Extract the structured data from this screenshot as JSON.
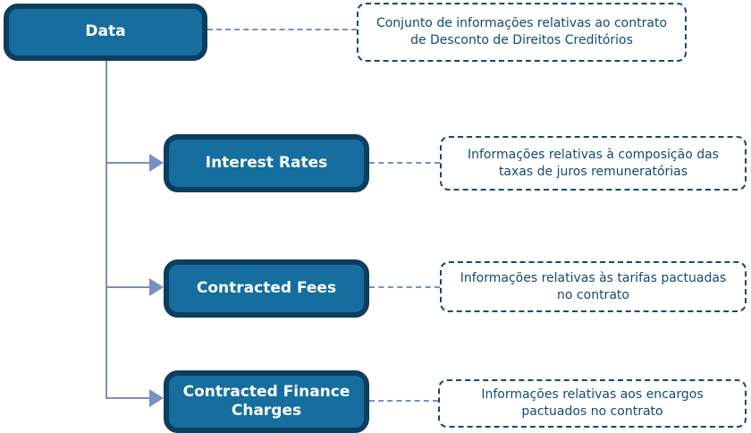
{
  "diagram": {
    "title": "Data hierarchy diagram",
    "root": {
      "label": "Data",
      "note": "Conjunto de informações relativas ao contrato de Desconto de Direitos Creditórios"
    },
    "children": [
      {
        "label": "Interest Rates",
        "note": "Informações relativas à composição das taxas de juros remuneratórias"
      },
      {
        "label": "Contracted Fees",
        "note": "Informações relativas às tarifas pactuadas no contrato"
      },
      {
        "label": "Contracted Finance Charges",
        "note": "Informações relativas aos encargos pactuados no contrato"
      }
    ],
    "colors": {
      "node_fill": "#156E9E",
      "node_border": "#0D3D60",
      "node_text": "#FFFFFF",
      "note_color": "#134A72",
      "connector": "#7A8FC2"
    }
  }
}
